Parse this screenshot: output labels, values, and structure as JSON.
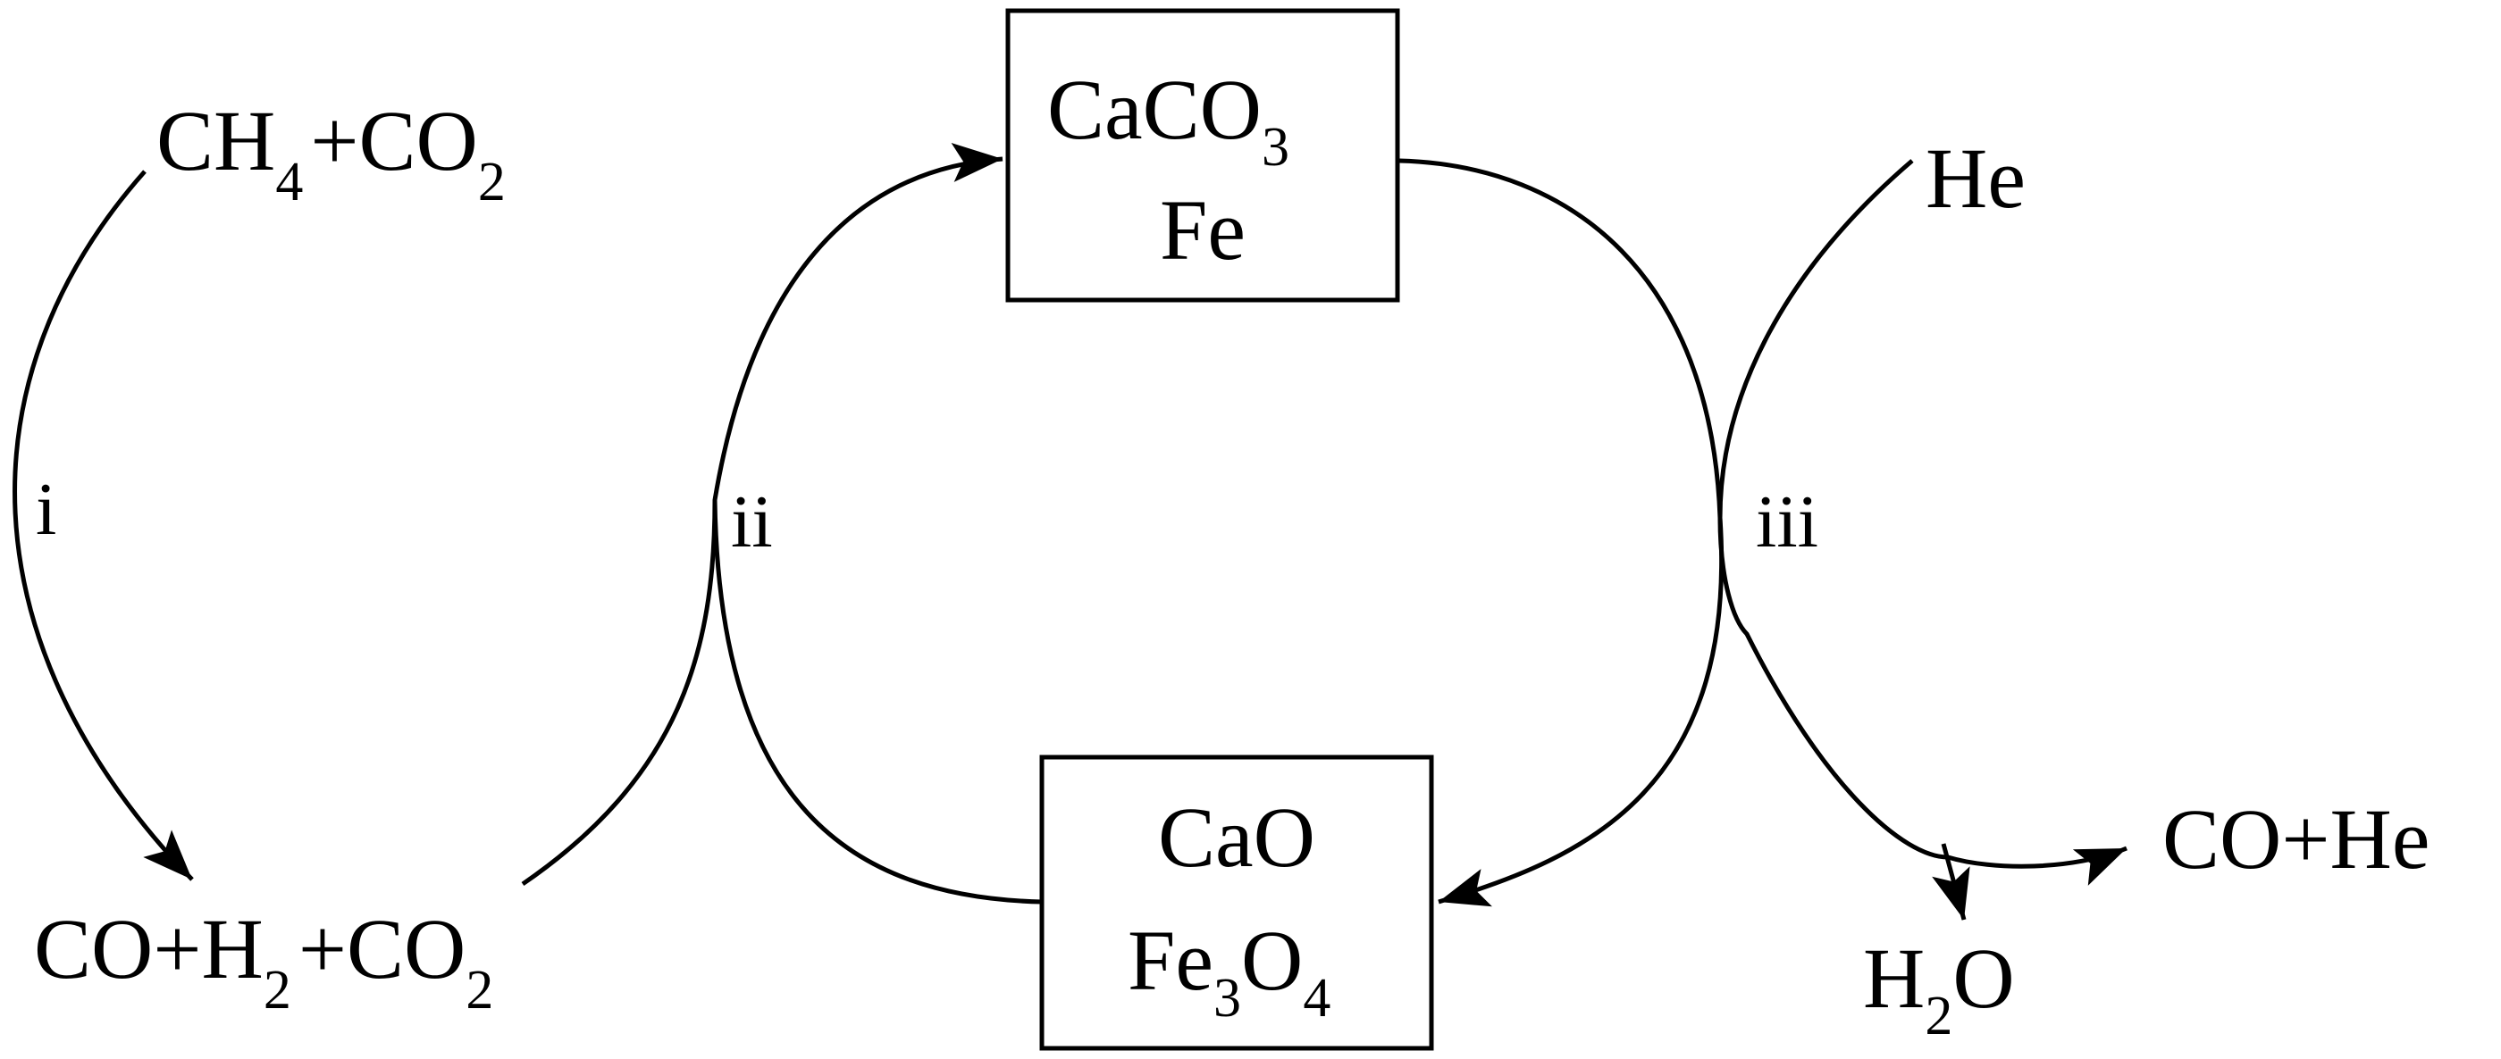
{
  "species": {
    "feed": {
      "p1": "CH",
      "s1": "4",
      "p2": "+CO",
      "s2": "2"
    },
    "product_i": {
      "p1": "CO+H",
      "s1": "2",
      "p2": "+CO",
      "s2": "2"
    },
    "helium": {
      "text": "He"
    },
    "product_iii": {
      "text": "CO+He"
    },
    "water": {
      "p1": "H",
      "s1": "2",
      "p2": "O"
    }
  },
  "boxes": {
    "top": {
      "line1_p": "CaCO",
      "line1_s": "3",
      "line2": "Fe"
    },
    "bottom": {
      "line1": "CaO",
      "line2_p1": "Fe",
      "line2_s1": "3",
      "line2_p2": "O",
      "line2_s2": "4"
    }
  },
  "steps": {
    "i": "i",
    "ii": "ii",
    "iii": "iii"
  }
}
